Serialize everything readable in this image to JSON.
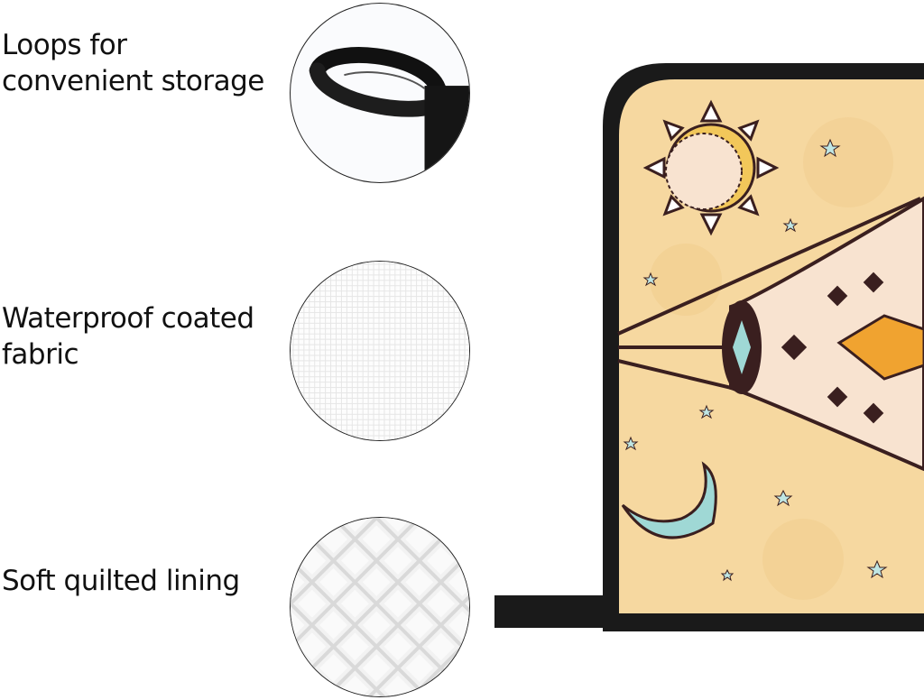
{
  "features": [
    {
      "label": "Loops for\nconvenient storage",
      "icon": "loop-icon"
    },
    {
      "label": "Waterproof coated\nfabric",
      "icon": "fabric-texture-icon"
    },
    {
      "label": "Soft quilted lining",
      "icon": "quilted-lining-icon"
    }
  ],
  "colors": {
    "text": "#111111",
    "border": "#1a1a1a",
    "parchment": "#f6d8a0",
    "sun": "#f2c75a",
    "tipi": "#f8e3d0",
    "dark": "#3a1f1f",
    "moon": "#9fd8d5",
    "accent": "#f0a330"
  }
}
